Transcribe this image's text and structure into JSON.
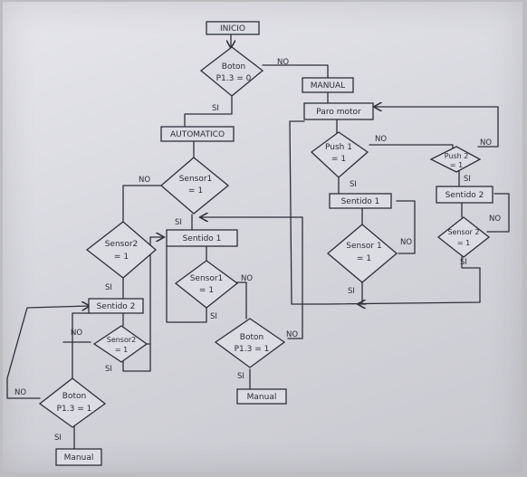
{
  "nodes": {
    "inicio": "INICIO",
    "boton_p13_top": [
      "Boton",
      "P1.3 = 0"
    ],
    "manual_box": "MANUAL",
    "automatico": "AUTOMATICO",
    "sensor1_a": [
      "Sensor1",
      "= 1"
    ],
    "sensor2_a": [
      "Sensor2",
      "= 1"
    ],
    "sentido1_a": "Sentido 1",
    "sensor1_b": [
      "Sensor1",
      "= 1"
    ],
    "sentido2_a": "Sentido 2",
    "sensor2_b": [
      "Sensor2",
      "= 1"
    ],
    "boton_p13_mid": [
      "Boton",
      "P1.3 = 1"
    ],
    "manual_mid": "Manual",
    "boton_p13_left": [
      "Boton",
      "P1.3 = 1"
    ],
    "manual_left": "Manual",
    "paro_motor": "Paro motor",
    "push1": [
      "Push 1",
      "= 1"
    ],
    "push2": [
      "Push 2",
      "= 1"
    ],
    "sentido1_m": "Sentido 1",
    "sentido2_m": "Sentido 2",
    "sensor1_m": [
      "Sensor 1",
      "= 1"
    ],
    "sensor2_m": [
      "Sensor 2",
      "= 1"
    ]
  },
  "labels": {
    "yes": "SI",
    "no": "NO"
  }
}
